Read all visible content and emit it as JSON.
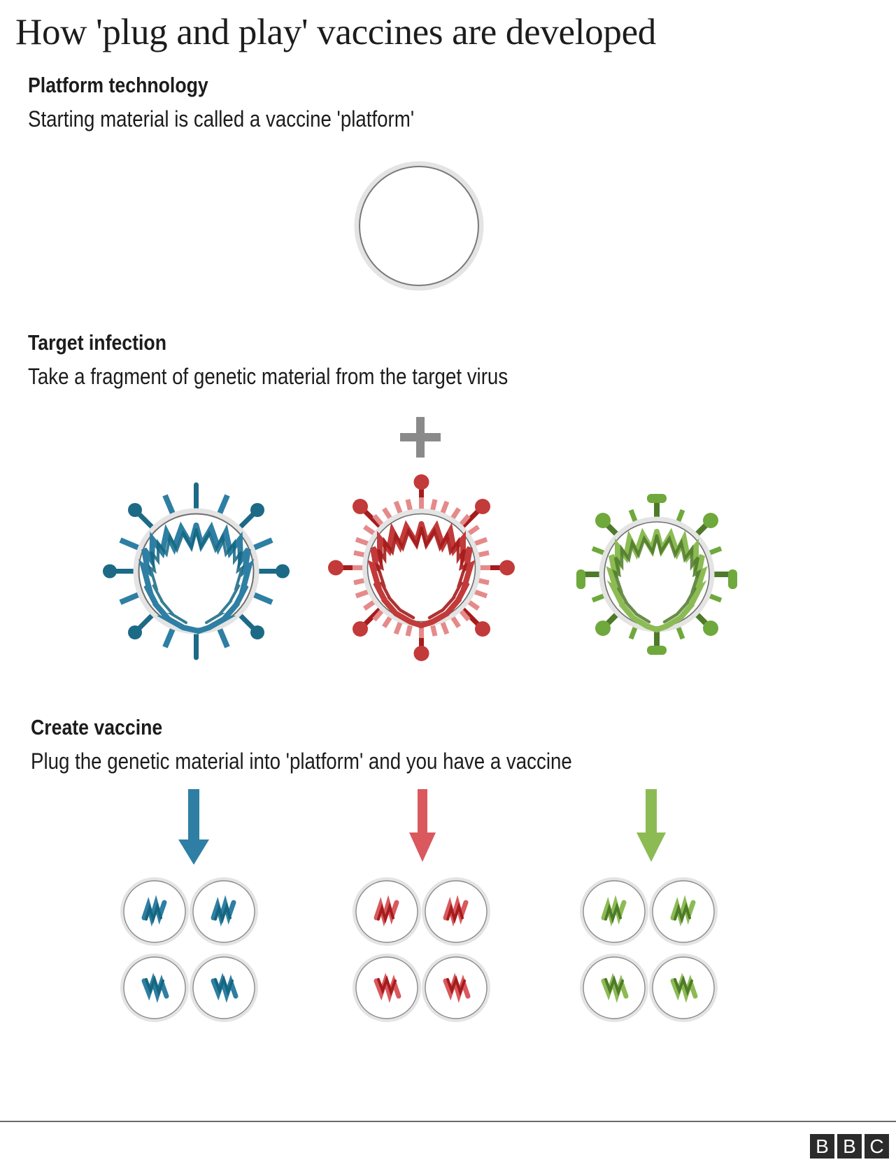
{
  "title": "How 'plug and play' vaccines are developed",
  "sections": [
    {
      "id": "platform",
      "heading": "Platform technology",
      "subheading": "Starting material is called a vaccine 'platform'"
    },
    {
      "id": "target",
      "heading": "Target infection",
      "subheading": "Take a fragment of genetic material from the target virus"
    },
    {
      "id": "create",
      "heading": "Create vaccine",
      "subheading": "Plug the genetic material into 'platform' and you have a vaccine"
    }
  ],
  "icons": {
    "platform": "empty-vaccine-platform-circle",
    "plus": "plus-sign",
    "arrow": "down-arrow",
    "virus": "virus-particle",
    "vaccine": "vaccine-dose-circle",
    "genetic_fragment": "genetic-material-squiggle"
  },
  "viruses": [
    {
      "id": "blue",
      "color": "#2E7FA3",
      "dark": "#15667F",
      "label": "blue virus"
    },
    {
      "id": "red",
      "color": "#D9595E",
      "dark": "#A51C1C",
      "label": "red virus"
    },
    {
      "id": "green",
      "color": "#8CBB54",
      "dark": "#4E7A2A",
      "label": "green virus"
    }
  ],
  "arrows": [
    {
      "id": "blue",
      "color": "#2E7FA3"
    },
    {
      "id": "red",
      "color": "#D9595E"
    },
    {
      "id": "green",
      "color": "#8CBB54"
    }
  ],
  "vaccine_groups": [
    {
      "id": "blue",
      "color": "#2E7FA3",
      "dark": "#15667F",
      "count": 4
    },
    {
      "id": "red",
      "color": "#D9595E",
      "dark": "#A51C1C",
      "count": 4
    },
    {
      "id": "green",
      "color": "#8CBB54",
      "dark": "#4E7A2A",
      "count": 4
    }
  ],
  "colors": {
    "platform_ring": "#e2e2e2",
    "platform_outline": "#6f6f6f",
    "plus": "#8a8a8a",
    "divider": "#6a6a6a",
    "text": "#1c1c1c",
    "logo_bg": "#2b2b2b"
  },
  "footer": {
    "logo_letters": [
      "B",
      "B",
      "C"
    ]
  }
}
